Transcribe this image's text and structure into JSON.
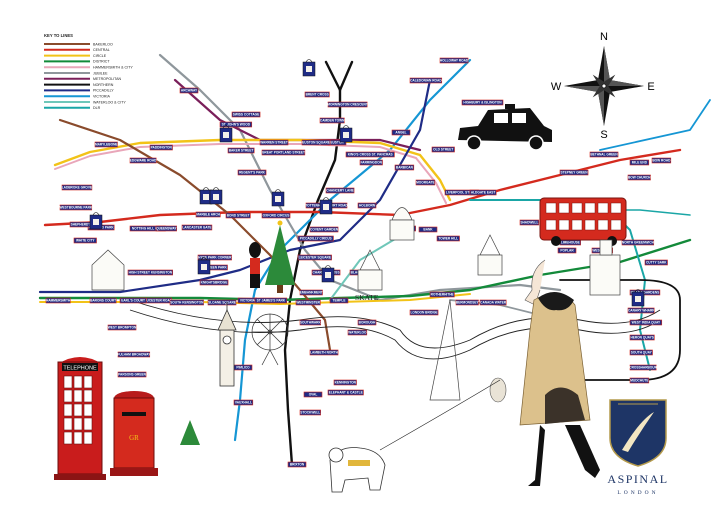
{
  "key": {
    "title": "KEY TO LINES",
    "lines": [
      {
        "label": "BAKERLOO",
        "color": "#8a4b2c"
      },
      {
        "label": "CENTRAL",
        "color": "#d42a1e"
      },
      {
        "label": "CIRCLE",
        "color": "#f2c318"
      },
      {
        "label": "DISTRICT",
        "color": "#138a3a"
      },
      {
        "label": "HAMMERSMITH & CITY",
        "color": "#e9a6b9"
      },
      {
        "label": "JUBILEE",
        "color": "#8f979c"
      },
      {
        "label": "METROPOLITAN",
        "color": "#7a1f5a"
      },
      {
        "label": "NORTHERN",
        "color": "#111111"
      },
      {
        "label": "PICCADILLY",
        "color": "#1f2c86"
      },
      {
        "label": "VICTORIA",
        "color": "#1596d4"
      },
      {
        "label": "WATERLOO & CITY",
        "color": "#6fc7b9"
      },
      {
        "label": "DLR",
        "color": "#1aa6a6"
      }
    ]
  },
  "compass": {
    "n": "N",
    "s": "S",
    "e": "E",
    "w": "W"
  },
  "stations": [
    "HOLLOWAY ROAD",
    "CALEDONIAN ROAD",
    "BRENT CROSS",
    "HIGHBURY & ISLINGTON",
    "ARCHWAY",
    "MORNINGTON CRESCENT",
    "CAMDEN TOWN",
    "ANGEL",
    "EUSTON",
    "OLD STREET",
    "SWISS COTTAGE",
    "ST. JOHN'S WOOD",
    "WARREN STREET",
    "BAKER STREET",
    "GREAT PORTLAND STREET",
    "EUSTON SQUARE",
    "KING'S CROSS ST. PANCRAS",
    "EDGWARE ROAD",
    "PADDINGTON",
    "MARYLEBONE",
    "REGENT'S PARK",
    "FARRINGDON",
    "BARBICAN",
    "MOORGATE",
    "LIVERPOOL STREET",
    "BETHNAL GREEN",
    "MILE END",
    "BOW ROAD",
    "ALDGATE EAST",
    "STEPNEY GREEN",
    "BOW CHURCH",
    "LADBROKE GROVE",
    "WESTBOURNE PARK",
    "HOLLAND PARK",
    "NOTTING HILL GATE",
    "QUEENSWAY",
    "BOND STREET",
    "OXFORD CIRCUS",
    "TOTTENHAM COURT ROAD",
    "HOLBORN",
    "CHANCERY LANE",
    "ST PAUL'S",
    "BANK",
    "TOWER HILL",
    "SHADWELL",
    "LIMEHOUSE",
    "CANARY WHARF",
    "LANCASTER GATE",
    "MARBLE ARCH",
    "HYDE PARK CORNER",
    "GREEN PARK",
    "PICCADILLY CIRCUS",
    "LEICESTER SQUARE",
    "COVENT GARDEN",
    "CHARING CROSS",
    "EMBANKMENT",
    "TEMPLE",
    "BLACKFRIARS",
    "HIGH STREET KENSINGTON",
    "KNIGHTSBRIDGE",
    "GLOUCESTER ROAD",
    "SOUTH KENSINGTON",
    "SLOANE SQUARE",
    "VICTORIA",
    "ST JAMES'S PARK",
    "WESTMINSTER",
    "WATERLOO",
    "LAMBETH NORTH",
    "SOUTHWARK",
    "LONDON BRIDGE",
    "BOROUGH",
    "ELEPHANT & CASTLE",
    "KENNINGTON",
    "OVAL",
    "STOCKWELL",
    "VAUXHALL",
    "PIMLICO",
    "BRIXTON",
    "HAMMERSMITH",
    "BARONS COURT",
    "EARL'S COURT",
    "WEST BROMPTON",
    "FULHAM BROADWAY",
    "PARSONS GREEN",
    "SHEPHERD'S BUSH",
    "WHITE CITY",
    "BERMONDSEY",
    "CANADA WATER",
    "ROTHERHITHE",
    "CUTTY SARK",
    "NORTH GREENWICH",
    "WEST INDIA QUAY",
    "HERON QUAYS",
    "SOUTH QUAY",
    "CROSSHARBOUR",
    "MUDCHUTE",
    "ISLAND GARDENS",
    "ALL SAINTS",
    "POPLAR",
    "WESTFERRY"
  ],
  "scene": {
    "phone_box_sign": "TELEPHONE",
    "postbox_cipher": "GR",
    "skate_sign": "SKATE",
    "brand_name": "ASPINAL",
    "brand_city": "LONDON"
  }
}
